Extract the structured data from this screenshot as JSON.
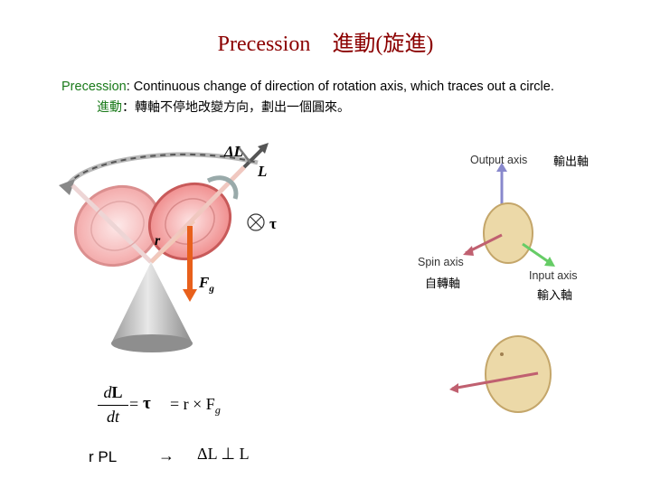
{
  "title": {
    "en": "Precession",
    "zh": "進動(旋進)"
  },
  "description": {
    "en_term": "Precession",
    "en_text": ":  Continuous change of direction of rotation axis,  which traces out a circle.",
    "zh_term": "進動",
    "zh_text": "：轉軸不停地改變方向，劃出一個圓來。"
  },
  "gyro_labels": {
    "delta_L": "ΔL",
    "L": "L",
    "tau": "τ",
    "r": "r",
    "F": "F",
    "F_sub": "g"
  },
  "axes_diagram": {
    "output_axis": "Output axis",
    "output_axis_zh": "輸出軸",
    "spin_axis": "Spin axis",
    "spin_axis_zh": "自轉軸",
    "input_axis": "Input axis",
    "input_axis_zh": "輸入軸"
  },
  "equation": {
    "lhs_num_d": "d",
    "lhs_num_L": "L",
    "lhs_den": "dt",
    "eq1": "=",
    "tau": "τ",
    "eq2": "= r × F",
    "sub": "g"
  },
  "bottom": {
    "rpl": "r PL",
    "arrow": "→",
    "perp": "ΔL ⊥ L"
  },
  "colors": {
    "title": "#8b0000",
    "term_green": "#1a7a1a",
    "disk_pink": "#f0a0a0",
    "force_orange": "#e8601c",
    "disk_tan": "#ecd9a8"
  }
}
